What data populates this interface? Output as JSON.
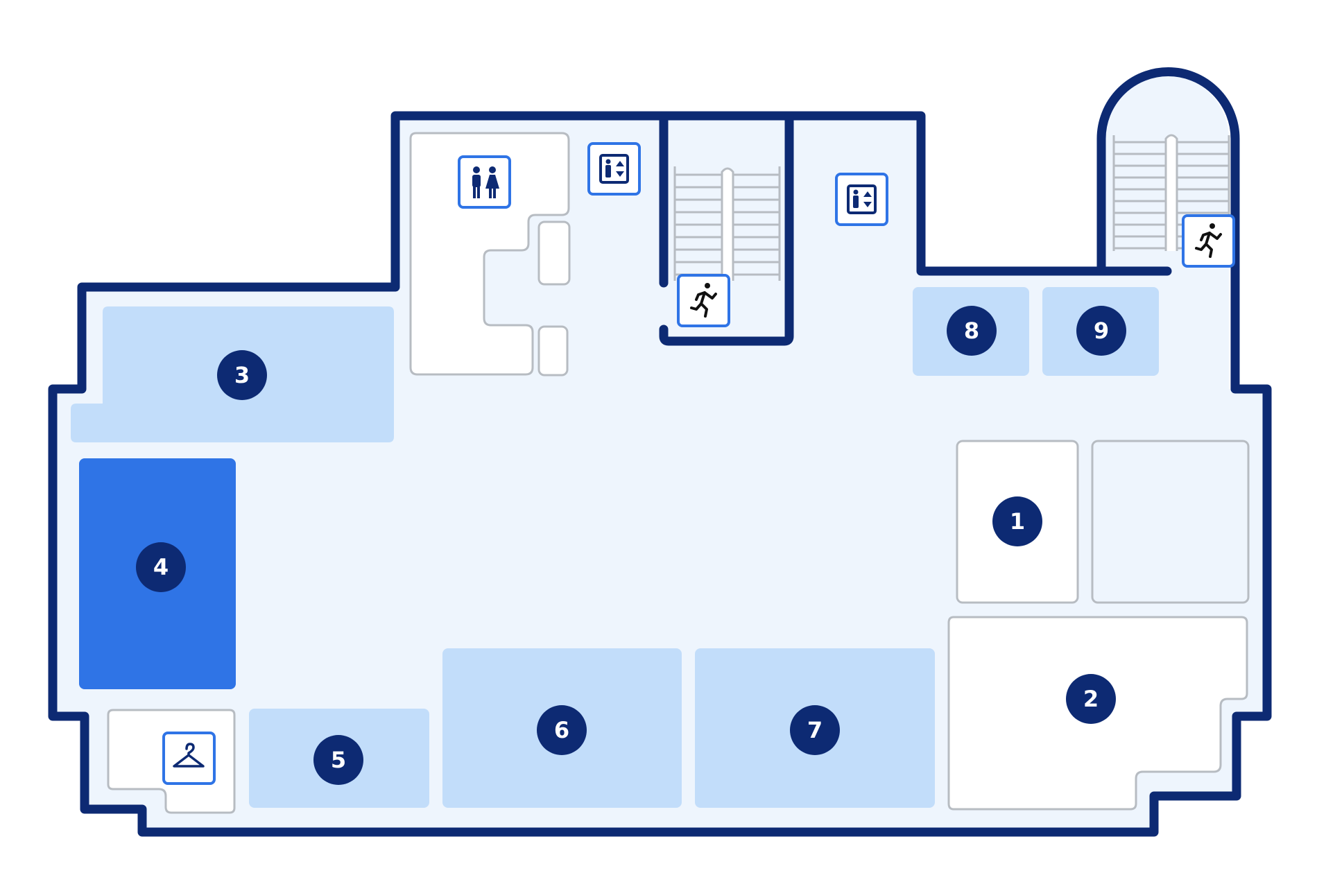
{
  "colors": {
    "wall": "#0d2a73",
    "floor": "#eef5fd",
    "area_light": "#c2ddfa",
    "area_selected": "#2f74e6",
    "fixture_fill": "#ffffff",
    "fixture_stroke": "#b7bcc2",
    "marker": "#0d2a73",
    "marker_text": "#ffffff",
    "icon_border": "#2f74e6"
  },
  "areas": [
    {
      "number": "1",
      "state": "unhighlighted"
    },
    {
      "number": "2",
      "state": "unhighlighted"
    },
    {
      "number": "3",
      "state": "highlighted"
    },
    {
      "number": "4",
      "state": "selected"
    },
    {
      "number": "5",
      "state": "highlighted"
    },
    {
      "number": "6",
      "state": "highlighted"
    },
    {
      "number": "7",
      "state": "highlighted"
    },
    {
      "number": "8",
      "state": "highlighted"
    },
    {
      "number": "9",
      "state": "highlighted"
    }
  ],
  "icons": [
    {
      "name": "restroom-icon",
      "type": "restroom"
    },
    {
      "name": "elevator-icon-left",
      "type": "elevator"
    },
    {
      "name": "elevator-icon-right",
      "type": "elevator"
    },
    {
      "name": "emergency-exit-icon-center",
      "type": "emergency-exit"
    },
    {
      "name": "emergency-exit-icon-right",
      "type": "emergency-exit"
    },
    {
      "name": "cloakroom-icon",
      "type": "cloakroom"
    }
  ]
}
